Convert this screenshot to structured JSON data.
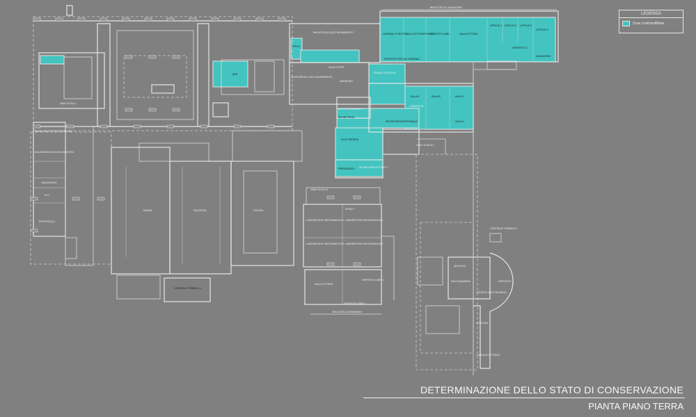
{
  "legend": {
    "title": "LEGENDA",
    "items": [
      {
        "label": "Zone controsoffittate",
        "color": "#43c4c0"
      }
    ]
  },
  "title_block": {
    "title": "DETERMINAZIONE DELLO STATO DI CONSERVAZIONE",
    "subtitle": "PIANTA PIANO TERRA"
  },
  "colors": {
    "background": "#808080",
    "line": "#e6e6e6",
    "highlight": "#43c4c0"
  },
  "rooms": {
    "biblioteca_maggiore": "BIBLIOTECA A. MAGGIORE",
    "biblioteca_liceo": "BIBLIOTECA LICEO BUONARROTI",
    "giornali": "GIORNALI E RIVISTE",
    "sala_lettura_riviste": "SALA LETTURA RIVISTE",
    "deposito_libri": "DEPOSITO LIBRI",
    "sala_lettura": "SALA LETTURA",
    "ufficio1": "UFFICIO 1",
    "ufficio2": "UFFICIO 2",
    "ufficio3": "UFFICIO 3",
    "ufficio4": "UFFICIO 4",
    "deposito2": "DEPOSITO 2",
    "magazzino": "MAGAZZINO",
    "deposito_vecchi_giornali": "DEPOSITO VECCHI GIORNALI",
    "uffici": "UFFICI",
    "auditorium": "AUDITORIUM LICEO BUONARROTI",
    "sala_coppe": "SALA COPPE",
    "ingresso": "INGRESSO",
    "stanza_custode": "STANZA CUSTODE",
    "corridoio": "CORRIDOIO",
    "aula_a": "AULA A",
    "aula_b": "AULA B",
    "aula_c": "AULA C",
    "aula_d": "AULA D",
    "aula_professori": "AULA PROFESSORI",
    "segreteria": "SEGRETERIA",
    "segreteria_personale": "SEGRETERIA PERSONALE",
    "vice_preside": "VICE PRESIDE",
    "presidenza": "PRESIDENZA",
    "segreteria_uff2": "SEGRETERIA UFFICIO 2",
    "bar": "BAR",
    "magazzino_scuola": "MAGAZZINO SCUOLA SANTONI",
    "aula_magna": "AULA MAGNA SCUOLA SANTONI",
    "magazzino_b": "MAGAZZINO",
    "wc": "W.C.",
    "ripostiglio": "RIPOSTIGLIO",
    "mensa": "MENSA",
    "palestra": "PALESTRA",
    "piscina": "PISCINA",
    "centrale_termica": "CENTRALE TERMICA 1",
    "centrale_termica2": "CENTRALE TERMICA 2",
    "atrio": "ATRIO 2",
    "lab_inf_a": "LABORATORIO INFORMATICA A",
    "lab_inf_b": "LABORATORIO INFORMATICA B",
    "lab_inf_c": "LABORATORIO INFORMATICA C",
    "lab_inf_d": "LABORATORIO INFORMATICA D",
    "sala_lettura2": "SALA LETTURA",
    "deposito_libri1": "DEPOSITO LIBRI 1",
    "deposito_libri2": "DEPOSITO LIBRI 2",
    "biblioteca_seminario": "BIBLIOTECA SEMINARIO",
    "vano_scala2": "VANO SCALA 2",
    "vano_scala3": "VANO SCALA 3",
    "vano_scala": "VANO SCALA",
    "archivio": "ARCHIVIO",
    "falegnameria": "FALEGNAMERIA",
    "deposito": "DEPOSITO",
    "officina": "OFFICINA",
    "cabina_elettrica": "CABINA ELETTRICA",
    "gruppo_elettrogeno": "GRUPPO ELETTROGENO"
  }
}
